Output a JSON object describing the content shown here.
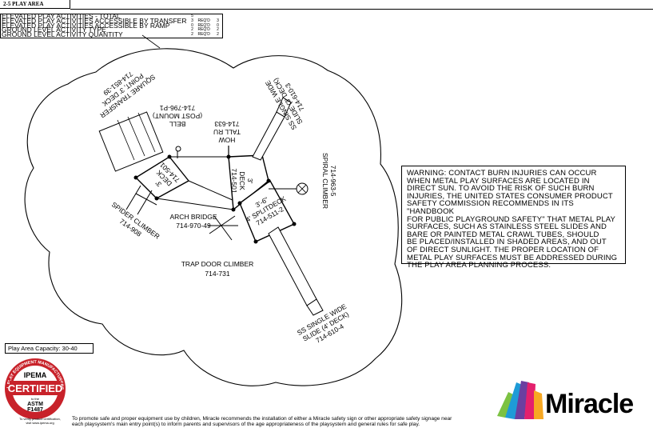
{
  "header": {
    "tab_label": "2-5 PLAY AREA"
  },
  "stats": [
    {
      "label": "ELEVATED PLAY ACTIVITIES - TOTAL",
      "value": "5",
      "req_label": "",
      "req_value": ""
    },
    {
      "label": "ELEVATED PLAY ACTIVITIES ACCESSIBLE BY TRANSFER",
      "value": "3",
      "req_label": "REQ'D",
      "req_value": "3"
    },
    {
      "label": "ELEVATED PLAY ACTIVITIES ACCESSIBLE BY RAMP",
      "value": "0",
      "req_label": "REQ'D",
      "req_value": "0"
    },
    {
      "label": "GROUND LEVEL ACTIVITY TYPE",
      "value": "2",
      "req_label": "REQ'D",
      "req_value": "2"
    },
    {
      "label": "GROUND LEVEL ACTIVITY QUANTITY",
      "value": "2",
      "req_label": "REQ'D",
      "req_value": "2"
    }
  ],
  "labels": {
    "square_transfer": [
      "SQUARE TRANSFER",
      "POINT, 3' DECK",
      "714-851-39"
    ],
    "bell": [
      "BELL",
      "(POST MOUNT)",
      "714-796-P1"
    ],
    "how_tall": [
      "HOW",
      "TALL RU",
      "714-633"
    ],
    "ss_slide_3": [
      "SS SINGLE WIDE",
      "SLIDE (3' DECK)",
      "714-610-3"
    ],
    "spiral_climber": [
      "SPIRAL CLIMBER",
      "714-963-5"
    ],
    "deck_3_left": [
      "3'",
      "DECK",
      "714-501"
    ],
    "deck_3_right": [
      "3'",
      "DECK",
      "714-501"
    ],
    "splitdeck": [
      "3'-6\"",
      "4' SPLITDECK",
      "714-511-2"
    ],
    "arch_bridge": [
      "ARCH BRIDGE",
      "714-970-49"
    ],
    "spider_climber": [
      "SPIDER CLIMBER",
      "714-908"
    ],
    "trap_door": [
      "TRAP DOOR CLIMBER",
      "714-731"
    ],
    "ss_slide_4": [
      "SS SINGLE WIDE",
      "SLIDE (4' DECK)",
      "714-610-4"
    ]
  },
  "warning": {
    "lines": [
      "WARNING:   CONTACT BURN INJURIES CAN OCCUR",
      "WHEN METAL PLAY SURFACES ARE LOCATED IN",
      "DIRECT SUN.  TO AVOID THE RISK OF SUCH BURN",
      "INJURIES, THE UNITED STATES CONSUMER PRODUCT",
      "SAFETY COMMISSION RECOMMENDS IN ITS \"HANDBOOK",
      "FOR PUBLIC PLAYGROUND SAFETY\" THAT METAL PLAY",
      "SURFACES, SUCH AS STAINLESS STEEL SLIDES AND",
      "BARE OR PAINTED METAL CRAWL TUBES, SHOULD",
      "BE PLACED/INSTALLED IN SHADED AREAS, AND OUT",
      "OF DIRECT SUNLIGHT. THE PROPER LOCATION OF",
      "METAL PLAY SURFACES MUST BE ADDRESSED DURING",
      "THE PLAY AREA PLANNING PROCESS."
    ]
  },
  "capacity": "Play Area Capacity: 30-40",
  "ipema": {
    "ring_text": "INTERNATIONAL PLAY EQUIPMENT MANUFACTURERS ASSOCIATION",
    "top": "IPEMA",
    "main": "CERTIFIED",
    "small": "to the",
    "standard": "ASTM",
    "code": "F1487",
    "note_1": "To verify product certification,",
    "note_2": "visit www.ipema.org"
  },
  "footer": {
    "line_1": "To promote safe and proper equipment use by children, Miracle recommends the installation of either a Miracle safety sign or other appropriate safety signage near",
    "line_2": "each playsystem's main entry point(s) to inform parents and supervisors of the age appropriateness of the playsystem and general rules for safe play."
  },
  "brand": {
    "name": "Miracle",
    "colors": [
      "#1e9bd7",
      "#7cc242",
      "#f7a823",
      "#e4206d",
      "#6b3fa0"
    ]
  }
}
